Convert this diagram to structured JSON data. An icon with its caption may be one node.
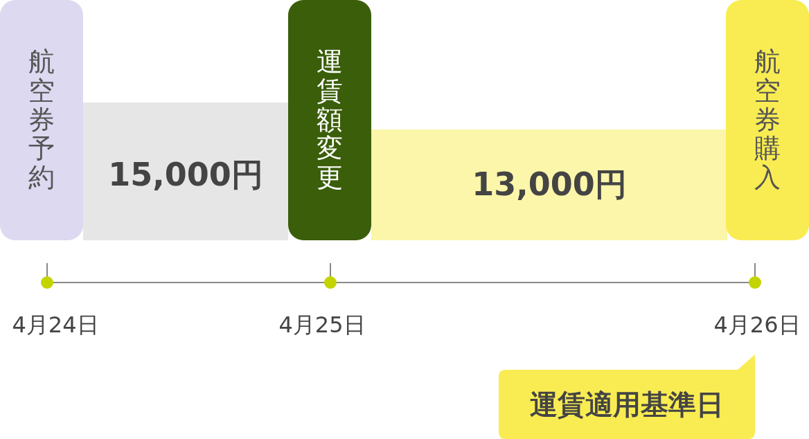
{
  "diagram": {
    "nodes": [
      {
        "text": [
          "航空券予約"
        ]
      },
      {
        "text": [
          "15,000円"
        ]
      },
      {
        "text": [
          "運賃額変更"
        ]
      },
      {
        "text": [
          "13,000円"
        ]
      },
      {
        "text": [
          "航空券購入"
        ]
      },
      {
        "text": [
          "運賃適用基準日"
        ]
      }
    ],
    "labels": [
      "4月24日",
      "4月25日",
      "4月26日"
    ]
  }
}
